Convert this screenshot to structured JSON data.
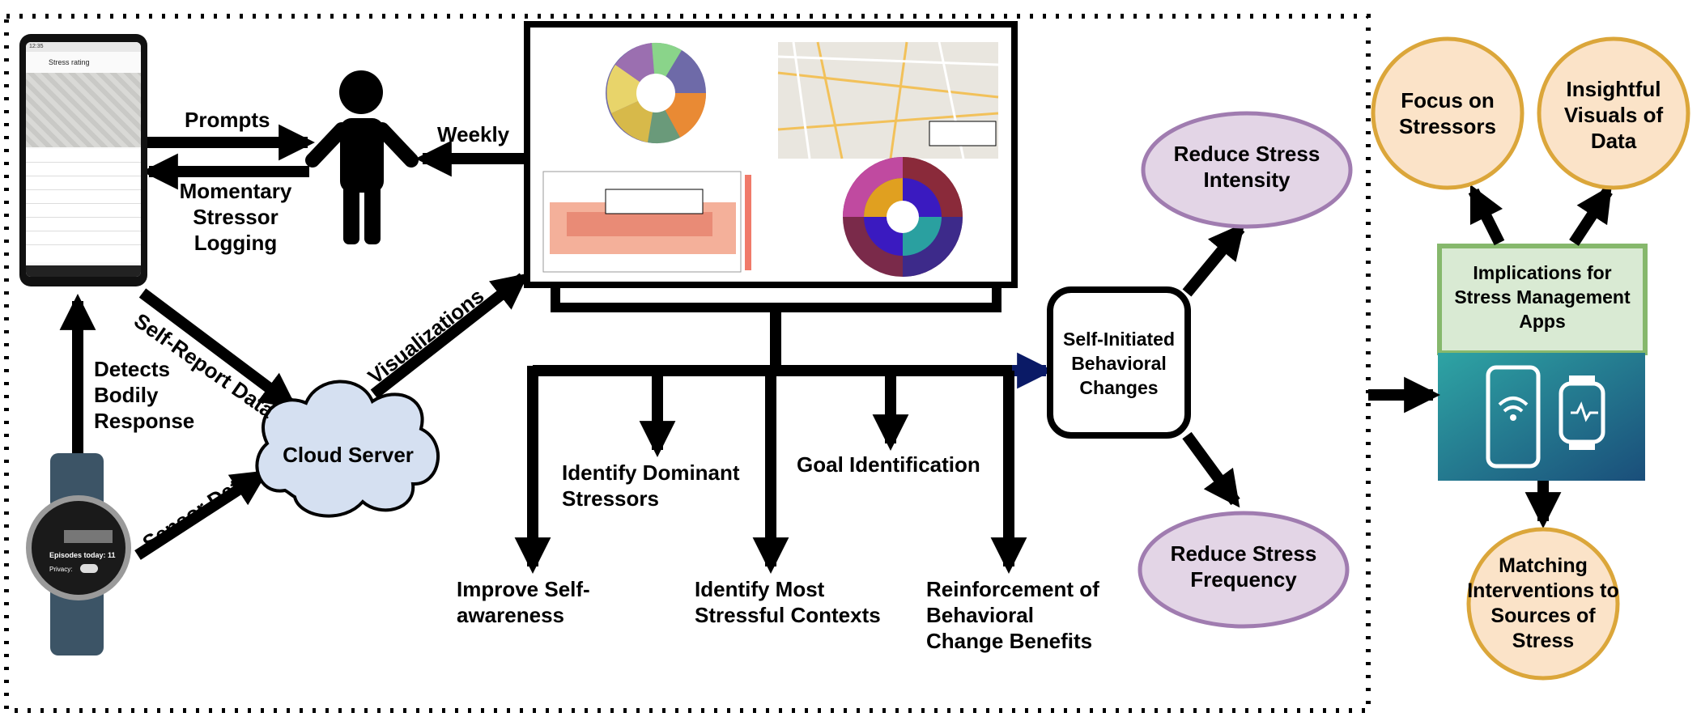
{
  "arrow_labels": {
    "prompts": "Prompts",
    "momentary": "Momentary\nStressor\nLogging",
    "weekly": "Weekly",
    "self_report": "Self-Report Data",
    "visualizations": "Visualizations",
    "detects": "Detects\nBodily\nResponse",
    "sensor_data": "Sensor Data"
  },
  "nodes": {
    "cloud_server": "Cloud Server",
    "self_initiated": "Self-Initiated\nBehavioral\nChanges",
    "implications": "Implications for\nStress Management\nApps"
  },
  "outcomes": {
    "improve_awareness": "Improve Self-\nawareness",
    "identify_stressors": "Identify Dominant\nStressors",
    "identify_contexts": "Identify Most\nStressful Contexts",
    "goal_identification": "Goal Identification",
    "reinforcement": "Reinforcement of\nBehavioral\nChange Benefits"
  },
  "effects": {
    "reduce_intensity": "Reduce Stress\nIntensity",
    "reduce_frequency": "Reduce Stress\nFrequency"
  },
  "implication_items": {
    "focus": "Focus on\nStressors",
    "insightful": "Insightful\nVisuals of\nData",
    "matching": "Matching\nInterventions to\nSources of\nStress"
  },
  "phone_screen": {
    "title": "Stress rating",
    "status": "12:35"
  },
  "watch_screen": {
    "episodes": "Episodes today: 11",
    "privacy": "Privacy:"
  },
  "colors": {
    "ellipse_fill": "#e3d5e6",
    "ellipse_stroke": "#a07cb0",
    "circle_fill": "#fbe3c8",
    "circle_stroke": "#dba63a",
    "implication_fill": "#d9ead3",
    "implication_stroke": "#86b86c",
    "cloud_fill": "#d5e0f1",
    "arrow": "#000000"
  }
}
